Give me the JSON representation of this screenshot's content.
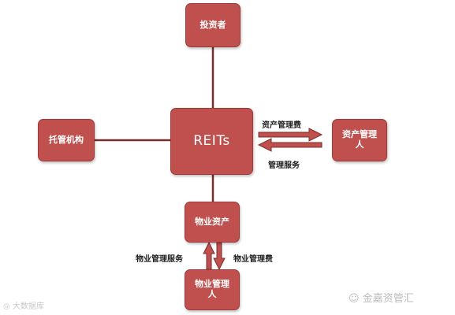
{
  "nodes": {
    "investor": "投资者",
    "custodian": "托管机构",
    "reits": "REITs",
    "asset_manager": "资产管理\n人",
    "property_asset": "物业资产",
    "property_manager": "物业管理\n人"
  },
  "edges": {
    "asset_fee": "资产管理费",
    "management_service": "管理服务",
    "property_service": "物业管理服务",
    "property_fee": "物业管理费"
  },
  "watermark": {
    "brand": "金嘉资管汇",
    "source": "大数据库"
  },
  "colors": {
    "node_fill": "#c0504d",
    "node_border": "#9d3a37",
    "connector": "#7a2e2c"
  }
}
